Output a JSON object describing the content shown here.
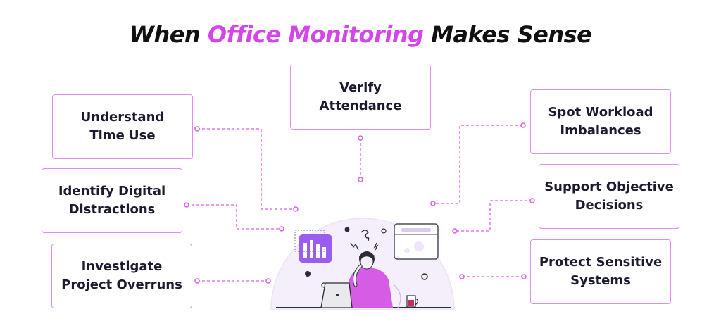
{
  "title": {
    "prefix": "When",
    "highlight": "Office Monitoring",
    "suffix": "Makes Sense"
  },
  "cards": {
    "understand_time_use": "Understand\nTime Use",
    "identify_digital_distractions": "Identify Digital\nDistractions",
    "investigate_project_overruns": "Investigate\nProject Overruns",
    "verify_attendance": "Verify\nAttendance",
    "spot_workload_imbalances": "Spot Workload\nImbalances",
    "support_objective_decisions": "Support Objective\nDecisions",
    "protect_sensitive_systems": "Protect Sensitive\nSystems"
  },
  "colors": {
    "accent": "#d446ea",
    "card_border": "#e08cf0",
    "connector": "#d95de8",
    "circle_bg": "#f4effb",
    "text": "#1b1b2f"
  }
}
